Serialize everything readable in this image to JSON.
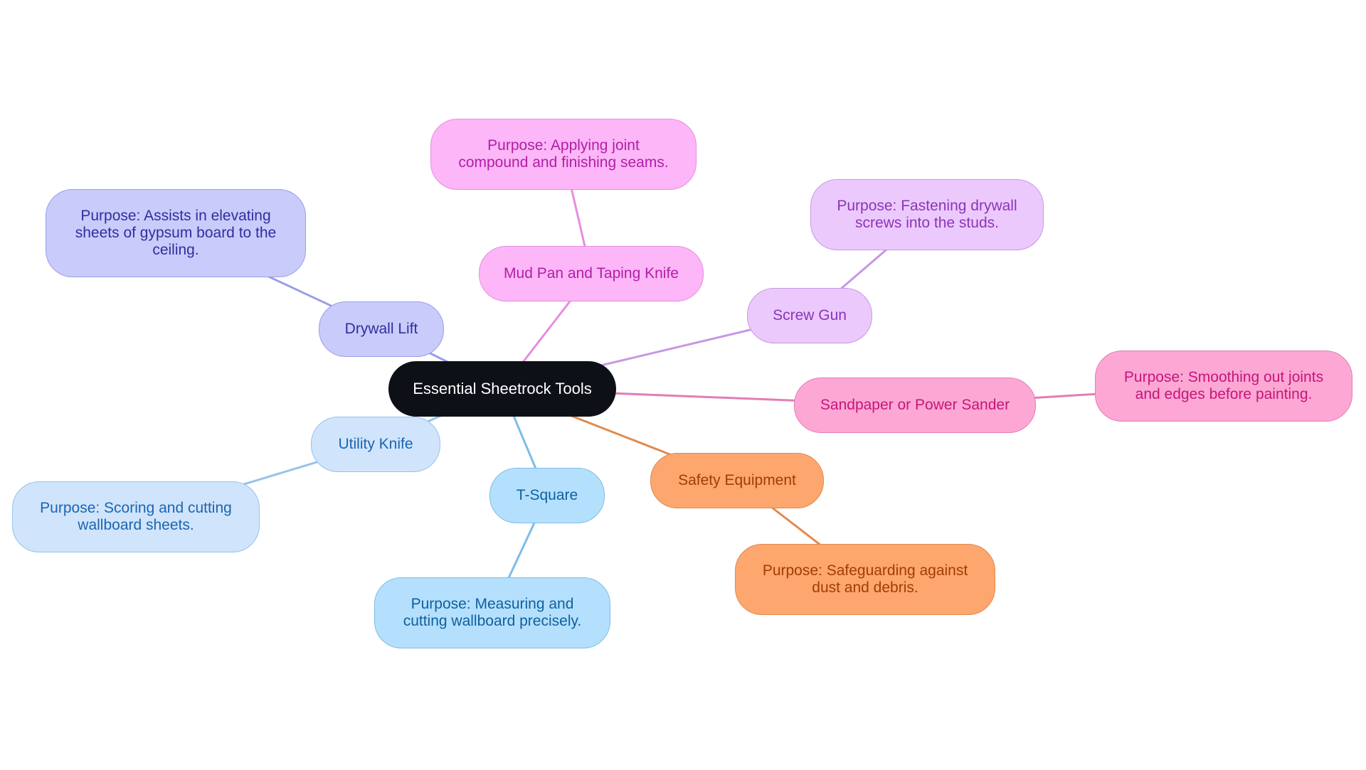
{
  "root": {
    "label": "Essential Sheetrock Tools",
    "fill": "#0d1117",
    "stroke": "#0d1117",
    "text_color": "#ffffff"
  },
  "branches": [
    {
      "id": "drywall-lift",
      "label": "Drywall Lift",
      "detail": "Purpose: Assists in elevating sheets of gypsum board to the ceiling.",
      "fill": "#c9cbfb",
      "stroke": "#9a9ee6",
      "edge": "#9a9ee6",
      "text_color": "#2f2f9e"
    },
    {
      "id": "mud-pan",
      "label": "Mud Pan and Taping Knife",
      "detail": "Purpose: Applying joint compound and finishing seams.",
      "fill": "#fdb6f7",
      "stroke": "#e48ee0",
      "edge": "#e48ee0",
      "text_color": "#b01fa6"
    },
    {
      "id": "screw-gun",
      "label": "Screw Gun",
      "detail": "Purpose: Fastening drywall screws into the studs.",
      "fill": "#ecc9fc",
      "stroke": "#c698e3",
      "edge": "#c698e3",
      "text_color": "#8a35b8"
    },
    {
      "id": "sander",
      "label": "Sandpaper or Power Sander",
      "detail": "Purpose: Smoothing out joints and edges before painting.",
      "fill": "#fda7d4",
      "stroke": "#e37db5",
      "edge": "#e37db5",
      "text_color": "#c4167a"
    },
    {
      "id": "utility-knife",
      "label": "Utility Knife",
      "detail": "Purpose: Scoring and cutting wallboard sheets.",
      "fill": "#d0e4fc",
      "stroke": "#98c2ea",
      "edge": "#98c2ea",
      "text_color": "#1a66b0"
    },
    {
      "id": "t-square",
      "label": "T-Square",
      "detail": "Purpose: Measuring and cutting wallboard precisely.",
      "fill": "#b4e0fd",
      "stroke": "#7dbde6",
      "edge": "#7dbde6",
      "text_color": "#11609e"
    },
    {
      "id": "safety",
      "label": "Safety Equipment",
      "detail": "Purpose: Safeguarding against dust and debris.",
      "fill": "#fda66e",
      "stroke": "#e08a4e",
      "edge": "#e08a4e",
      "text_color": "#a13d04"
    }
  ]
}
